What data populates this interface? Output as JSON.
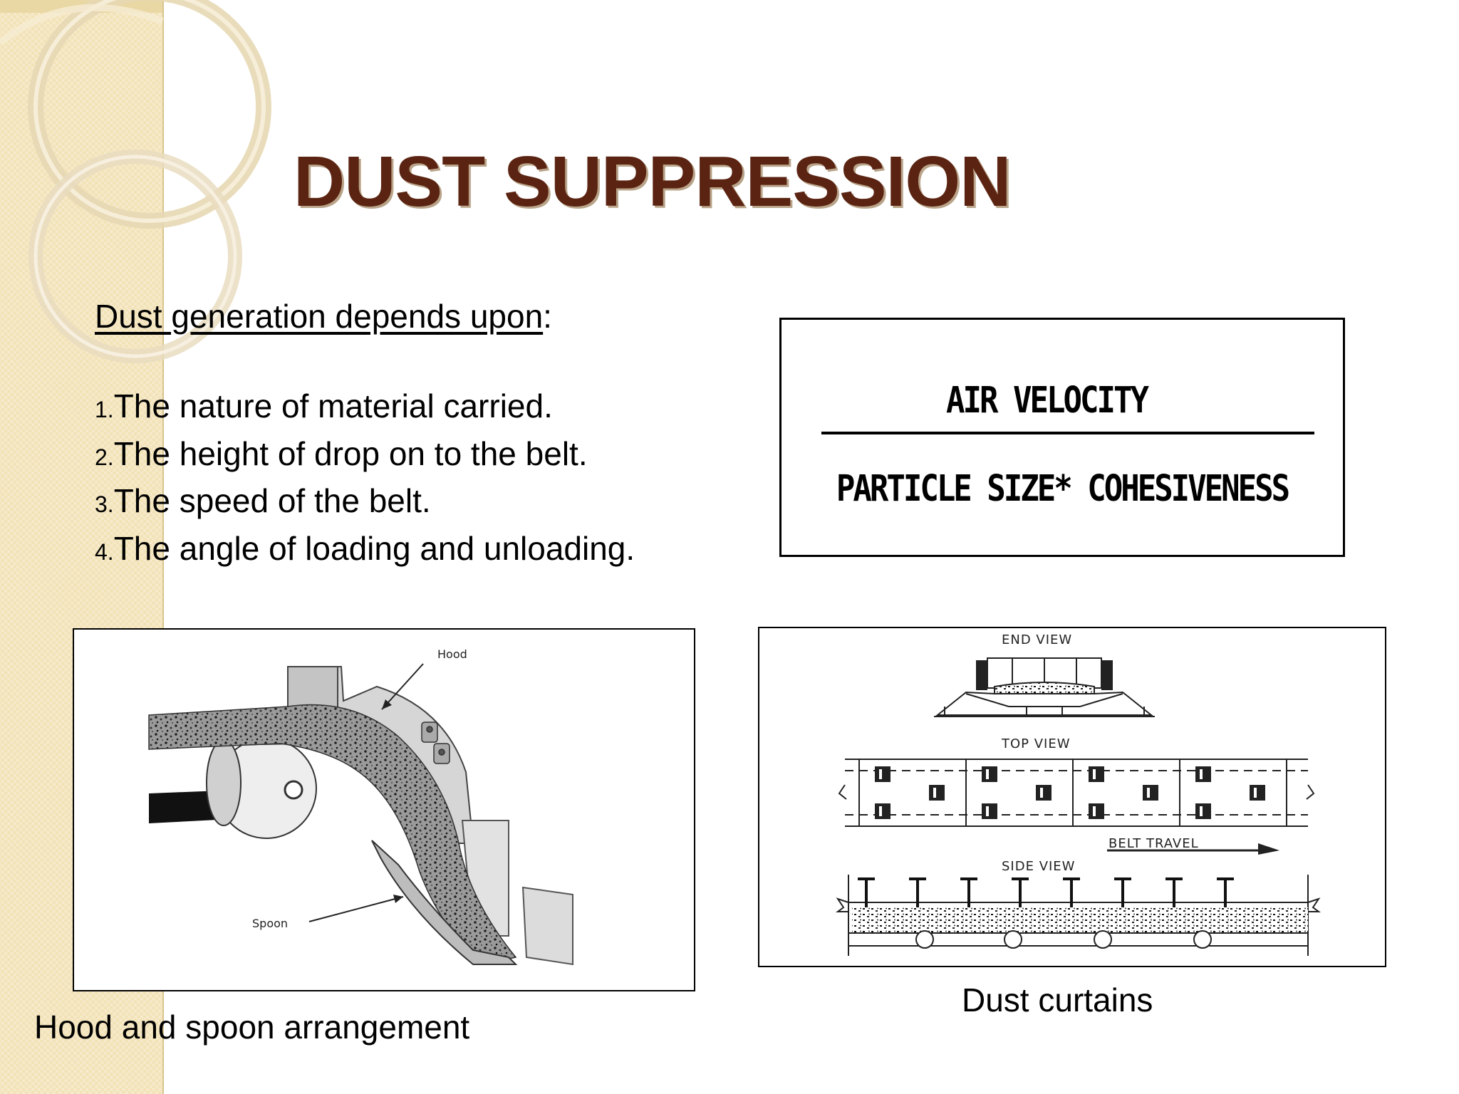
{
  "slide": {
    "title": "DUST SUPPRESSION",
    "intro_label": "Dust generation depends upon",
    "intro_suffix": ":",
    "factors": [
      {
        "num": "1.",
        "text": "The nature of material carried."
      },
      {
        "num": "2.",
        "text": "The height of drop on to the belt."
      },
      {
        "num": "3.",
        "text": "The speed of the belt."
      },
      {
        "num": "4.",
        "text": "The angle of loading and unloading."
      }
    ]
  },
  "formula": {
    "numerator": "AIR VELOCITY",
    "denominator": "PARTICLE SIZE* COHESIVENESS"
  },
  "hood_diagram": {
    "hood_label": "Hood",
    "spoon_label": "Spoon",
    "caption": "Hood and spoon arrangement"
  },
  "curtain_diagram": {
    "end_view_label": "END VIEW",
    "top_view_label": "TOP VIEW",
    "belt_travel_label": "BELT TRAVEL",
    "side_view_label": "SIDE VIEW",
    "caption": "Dust curtains"
  },
  "colors": {
    "title": "#5b2412",
    "left_band": "#f2e2b6"
  }
}
